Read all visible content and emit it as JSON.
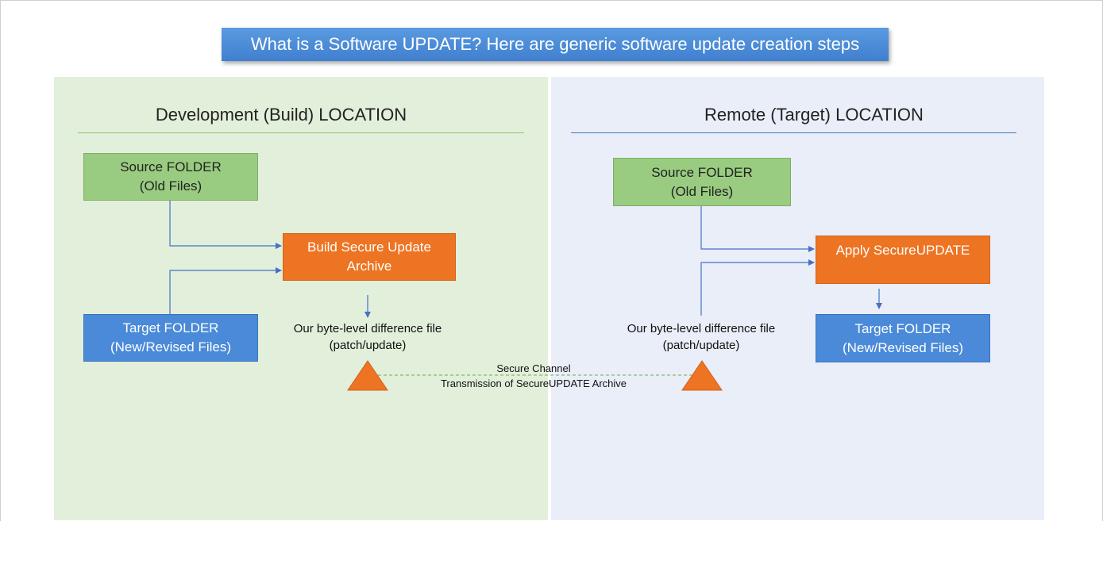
{
  "banner": {
    "text": "What is a Software UPDATE? Here are generic software update creation steps"
  },
  "left": {
    "title": "Development (Build) LOCATION",
    "source": {
      "line1": "Source FOLDER",
      "line2": "(Old Files)"
    },
    "target": {
      "line1": "Target FOLDER",
      "line2": "(New/Revised Files)"
    },
    "build": {
      "line1": "Build Secure Update",
      "line2": "Archive"
    },
    "diff": {
      "line1": "Our byte-level difference file",
      "line2": "(patch/update)"
    }
  },
  "right": {
    "title": "Remote (Target) LOCATION",
    "source": {
      "line1": "Source FOLDER",
      "line2": "(Old Files)"
    },
    "apply": {
      "line1": "Apply SecureUPDATE"
    },
    "target": {
      "line1": "Target FOLDER",
      "line2": "(New/Revised Files)"
    },
    "diff": {
      "line1": "Our byte-level difference file",
      "line2": "(patch/update)"
    }
  },
  "channel": {
    "line1": "Secure Channel",
    "line2": "Transmission of SecureUPDATE Archive"
  },
  "colors": {
    "left_panel": "#e2efda",
    "right_panel": "#e9eef8",
    "banner": "#4a8ad8",
    "green_box": "#99cc80",
    "orange_box": "#ed7422",
    "blue_box": "#4a8ad8",
    "arrow": "#4472c4",
    "channel_line": "#70ad47"
  }
}
